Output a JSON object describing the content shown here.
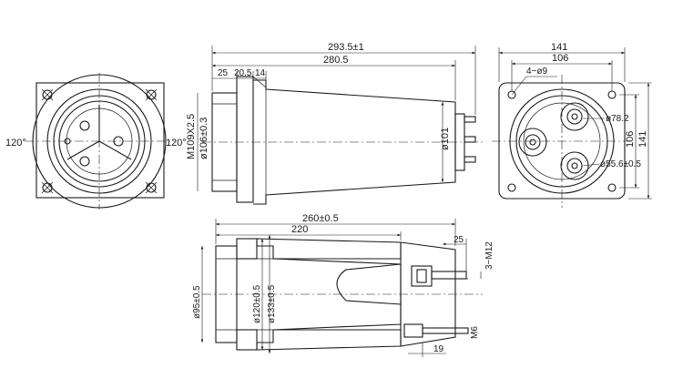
{
  "diagram": {
    "front_view": {
      "angle_left": "120°",
      "angle_right": "120°"
    },
    "side_view": {
      "overall_length": "293.5±1",
      "body_length": "280.5",
      "seg_25": "25",
      "seg_20_5": "20.5",
      "seg_14": "14",
      "thread": "M109X2.5",
      "bore": "ø106±0.3",
      "body_dia": "ø101"
    },
    "end_view": {
      "flange_width": "141",
      "hole_spacing_h": "106",
      "holes": "4−ø9",
      "pitch_dia": "ø78.2",
      "hole_spacing_v": "106",
      "flange_height": "141",
      "insert_dia": "ø55.6±0.5"
    },
    "section_view": {
      "length_260": "260±0.5",
      "length_220": "220",
      "dim_25": "25",
      "bolt_thread": "3−M12",
      "stud_thread": "M6",
      "dim_19": "19",
      "dia_95": "ø95±0.5",
      "dia_120": "ø120±0.5",
      "dia_133": "ø133±0.5"
    }
  }
}
